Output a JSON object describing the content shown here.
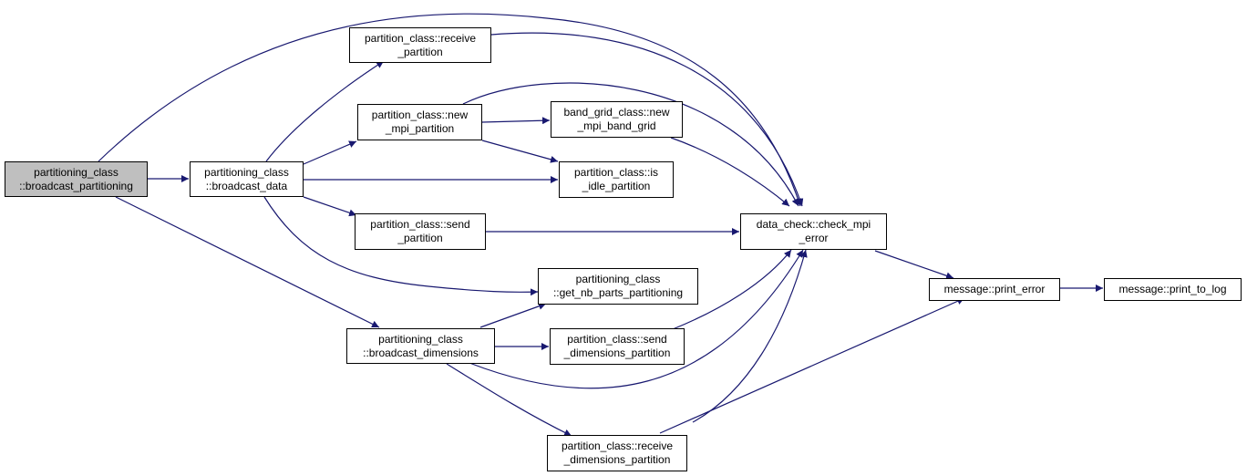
{
  "colors": {
    "edge": "#191970",
    "root_fill": "#bfbfbf",
    "node_fill": "#ffffff",
    "border": "#000000"
  },
  "nodes": {
    "broadcast_partitioning": {
      "line1": "partitioning_class",
      "line2": "::broadcast_partitioning"
    },
    "broadcast_data": {
      "line1": "partitioning_class",
      "line2": "::broadcast_data"
    },
    "broadcast_dimensions": {
      "line1": "partitioning_class",
      "line2": "::broadcast_dimensions"
    },
    "receive_partition": {
      "line1": "partition_class::receive",
      "line2": "_partition"
    },
    "new_mpi_partition": {
      "line1": "partition_class::new",
      "line2": "_mpi_partition"
    },
    "send_partition": {
      "line1": "partition_class::send",
      "line2": "_partition"
    },
    "band_grid_new": {
      "line1": "band_grid_class::new",
      "line2": "_mpi_band_grid"
    },
    "is_idle_partition": {
      "line1": "partition_class::is",
      "line2": "_idle_partition"
    },
    "get_nb_parts": {
      "line1": "partitioning_class",
      "line2": "::get_nb_parts_partitioning"
    },
    "send_dimensions": {
      "line1": "partition_class::send",
      "line2": "_dimensions_partition"
    },
    "receive_dimensions": {
      "line1": "partition_class::receive",
      "line2": "_dimensions_partition"
    },
    "check_mpi_error": {
      "line1": "data_check::check_mpi",
      "line2": "_error"
    },
    "print_error": {
      "line1": "message::print_error"
    },
    "print_to_log": {
      "line1": "message::print_to_log"
    }
  }
}
